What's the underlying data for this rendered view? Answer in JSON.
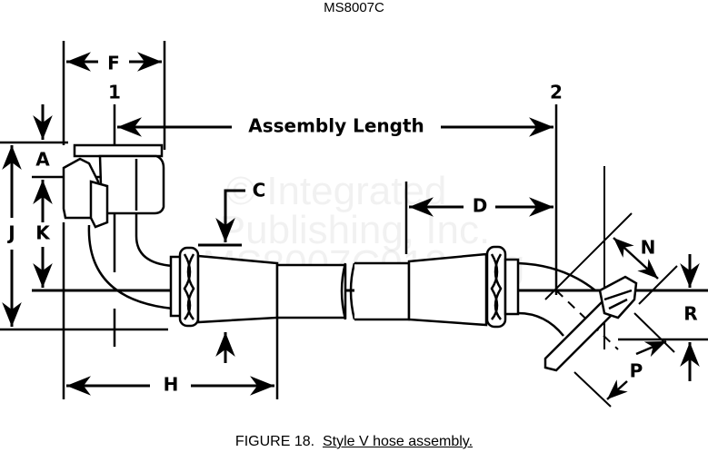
{
  "document": {
    "title": "MS8007C"
  },
  "figure": {
    "number": "FIGURE 18.",
    "caption": "Style V hose assembly."
  },
  "labels": {
    "point_1": "1",
    "point_2": "2",
    "assembly_length": "Assembly Length",
    "A": "A",
    "C": "C",
    "D": "D",
    "F": "F",
    "H": "H",
    "J": "J",
    "K": "K",
    "N": "N",
    "P": "P",
    "R": "R"
  },
  "watermark": {
    "line1": "© Integrated",
    "line2": "Publishing, Inc.",
    "line3": "MS8007C013.png"
  }
}
